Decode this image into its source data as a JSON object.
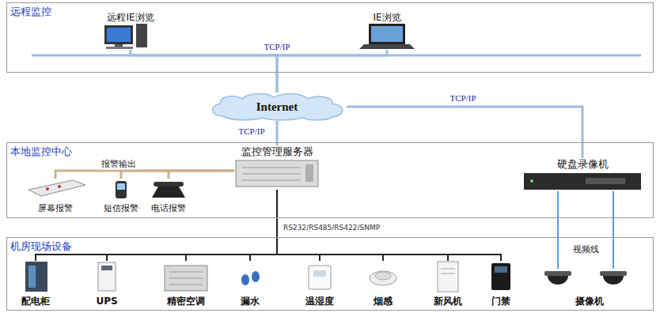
{
  "diagram": {
    "nodes": [
      {
        "text": [
          "远程监控"
        ]
      },
      {
        "text": [
          "远程IE浏览"
        ],
        "in": 0
      },
      {
        "text": [
          "IE浏览"
        ],
        "in": 0
      },
      {
        "text": [
          "Internet"
        ]
      },
      {
        "text": [
          "本地监控中心"
        ]
      },
      {
        "text": [
          "监控管理服务器"
        ],
        "in": 4
      },
      {
        "text": [
          "屏幕报警"
        ],
        "in": 4
      },
      {
        "text": [
          "短信报警"
        ],
        "in": 4
      },
      {
        "text": [
          "电话报警"
        ],
        "in": 4
      },
      {
        "text": [
          "硬盘录像机"
        ],
        "in": 4
      },
      {
        "text": [
          "机房现场设备"
        ]
      },
      {
        "text": [
          "配电柜"
        ],
        "in": 10
      },
      {
        "text": [
          "UPS"
        ],
        "in": 10
      },
      {
        "text": [
          "精密空调"
        ],
        "in": 10
      },
      {
        "text": [
          "漏水"
        ],
        "in": 10
      },
      {
        "text": [
          "温湿度"
        ],
        "in": 10
      },
      {
        "text": [
          "烟感"
        ],
        "in": 10
      },
      {
        "text": [
          "新风机"
        ],
        "in": 10
      },
      {
        "text": [
          "门禁"
        ],
        "in": 10
      },
      {
        "text": [
          "摄像机"
        ],
        "in": 10
      }
    ],
    "edges": [
      {
        "from": 1,
        "to": 3,
        "arrow": "none"
      },
      {
        "from": 2,
        "to": 3,
        "arrow": "none"
      },
      {
        "from": 3,
        "to": 5,
        "label": "TCP/IP",
        "arrow": "none"
      },
      {
        "from": 3,
        "to": 9,
        "label": "TCP/IP",
        "arrow": "none"
      },
      {
        "from": 5,
        "to": 6,
        "arrow": "none"
      },
      {
        "from": 5,
        "to": 7,
        "arrow": "none"
      },
      {
        "from": 5,
        "to": 8,
        "arrow": "none"
      },
      {
        "from": 5,
        "to": 11,
        "arrow": "none"
      },
      {
        "from": 5,
        "to": 12,
        "arrow": "none"
      },
      {
        "from": 5,
        "to": 13,
        "arrow": "none"
      },
      {
        "from": 5,
        "to": 14,
        "arrow": "none"
      },
      {
        "from": 5,
        "to": 15,
        "arrow": "none"
      },
      {
        "from": 5,
        "to": 16,
        "arrow": "none"
      },
      {
        "from": 5,
        "to": 17,
        "arrow": "none"
      },
      {
        "from": 5,
        "to": 18,
        "arrow": "none"
      },
      {
        "from": 9,
        "to": 19,
        "arrow": "none"
      }
    ],
    "labels": [
      "TCP/IP",
      "报警输出",
      "RS232/RS485/RS422/SNMP",
      "视频线"
    ]
  }
}
